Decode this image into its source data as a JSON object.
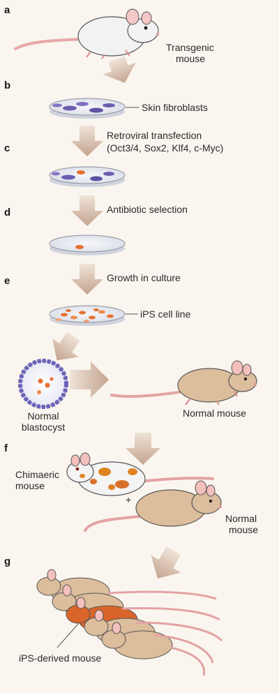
{
  "steps": {
    "a": "a",
    "b": "b",
    "c": "c",
    "d": "d",
    "e": "e",
    "f": "f",
    "g": "g"
  },
  "labels": {
    "transgenic_mouse_line1": "Transgenic",
    "transgenic_mouse_line2": "mouse",
    "skin_fibroblasts": "Skin fibroblasts",
    "retroviral_line1": "Retroviral transfection",
    "retroviral_line2": "(Oct3/4, Sox2, Klf4, c-Myc)",
    "antibiotic_selection": "Antibiotic selection",
    "growth_in_culture": "Growth in culture",
    "ips_cell_line": "iPS cell line",
    "normal_blastocyst_line1": "Normal",
    "normal_blastocyst_line2": "blastocyst",
    "normal_mouse_top": "Normal mouse",
    "chimaeric_line1": "Chimaeric",
    "chimaeric_line2": "mouse",
    "plus": "+",
    "normal_mouse_line1": "Normal",
    "normal_mouse_line2": "mouse",
    "ips_derived_mouse": "iPS-derived mouse"
  },
  "colors": {
    "background": "#faf5ef",
    "arrow": "#c9ad9a",
    "white_mouse": "#f3f3f3",
    "tan_mouse": "#dcbd9c",
    "orange_mouse": "#d9652a",
    "fibroblast": "#6d5fb0",
    "ips_cell": "#e8702e"
  }
}
